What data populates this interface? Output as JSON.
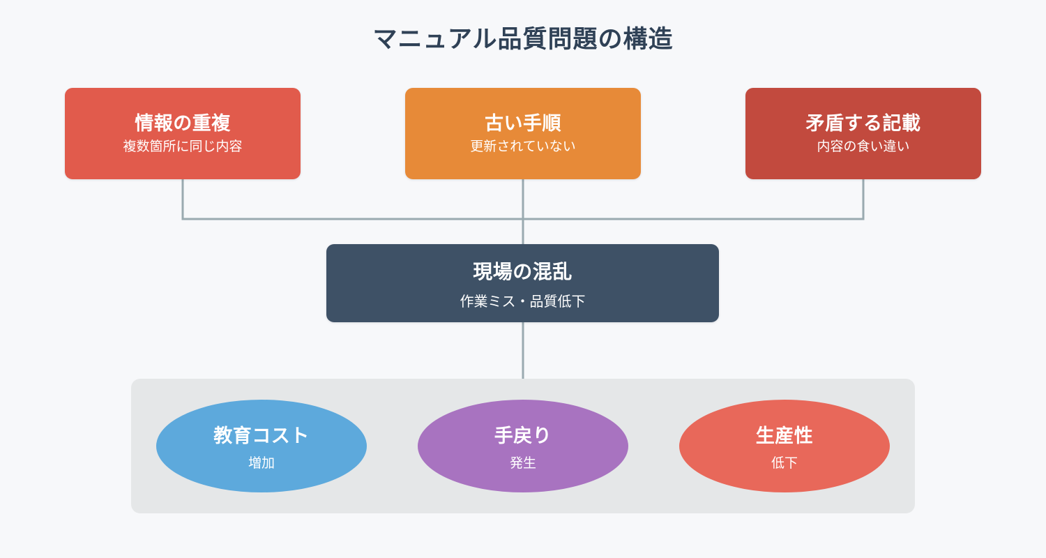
{
  "diagram": {
    "title": "マニュアル品質問題の構造",
    "background_color": "#f7f8fa",
    "title_color": "#2f4156",
    "connector_color": "#9aaab0"
  },
  "causes": [
    {
      "title": "情報の重複",
      "subtitle": "複数箇所に同じ内容",
      "color": "#e15b4c"
    },
    {
      "title": "古い手順",
      "subtitle": "更新されていない",
      "color": "#e78a38"
    },
    {
      "title": "矛盾する記載",
      "subtitle": "内容の食い違い",
      "color": "#c24a3e"
    }
  ],
  "effect": {
    "title": "現場の混乱",
    "subtitle": "作業ミス・品質低下",
    "color": "#3e5166"
  },
  "impacts": {
    "panel_color": "#e5e7e8",
    "items": [
      {
        "title": "教育コスト",
        "subtitle": "増加",
        "color": "#5da9dc"
      },
      {
        "title": "手戻り",
        "subtitle": "発生",
        "color": "#a873c0"
      },
      {
        "title": "生産性",
        "subtitle": "低下",
        "color": "#e8685a"
      }
    ]
  }
}
